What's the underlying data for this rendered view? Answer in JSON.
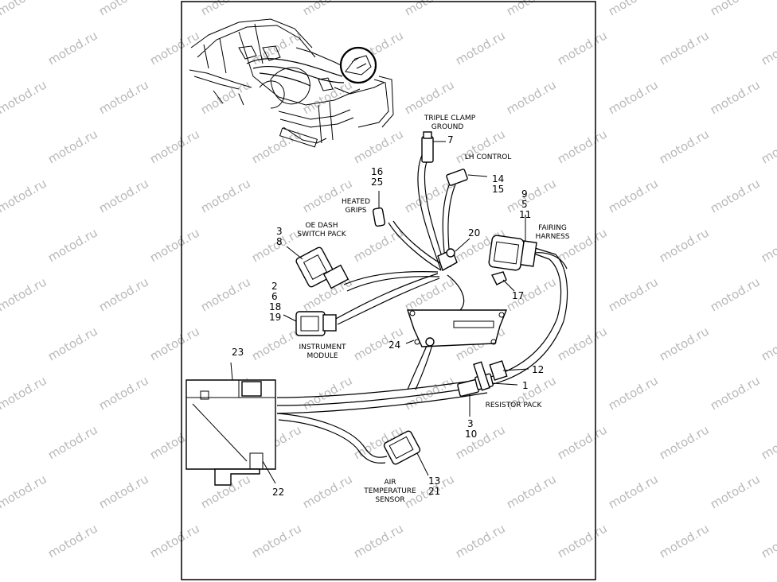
{
  "watermark": "motod.ru",
  "colors": {
    "line": "#000000",
    "watermark": "#b9b9b9",
    "background": "#ffffff"
  },
  "labels": {
    "triple_clamp_1": "TRIPLE CLAMP",
    "triple_clamp_2": "GROUND",
    "lh_control": "LH CONTROL",
    "heated_1": "HEATED",
    "heated_2": "GRIPS",
    "oe_dash_1": "OE DASH",
    "oe_dash_2": "SWITCH PACK",
    "fairing_1": "FAIRING",
    "fairing_2": "HARNESS",
    "instrument_1": "INSTRUMENT",
    "instrument_2": "MODULE",
    "resistor": "RESISTOR PACK",
    "air_1": "AIR",
    "air_2": "TEMPERATURE",
    "air_3": "SENSOR"
  },
  "callouts": {
    "n7": "7",
    "n14": "14",
    "n15": "15",
    "n16": "16",
    "n25": "25",
    "n9": "9",
    "n5": "5",
    "n11": "11",
    "n3a": "3",
    "n8": "8",
    "n20": "20",
    "n2": "2",
    "n6": "6",
    "n18": "18",
    "n19": "19",
    "n17": "17",
    "n24": "24",
    "n23": "23",
    "n12": "12",
    "n1": "1",
    "n3b": "3",
    "n10": "10",
    "n13": "13",
    "n21": "21",
    "n22": "22"
  }
}
